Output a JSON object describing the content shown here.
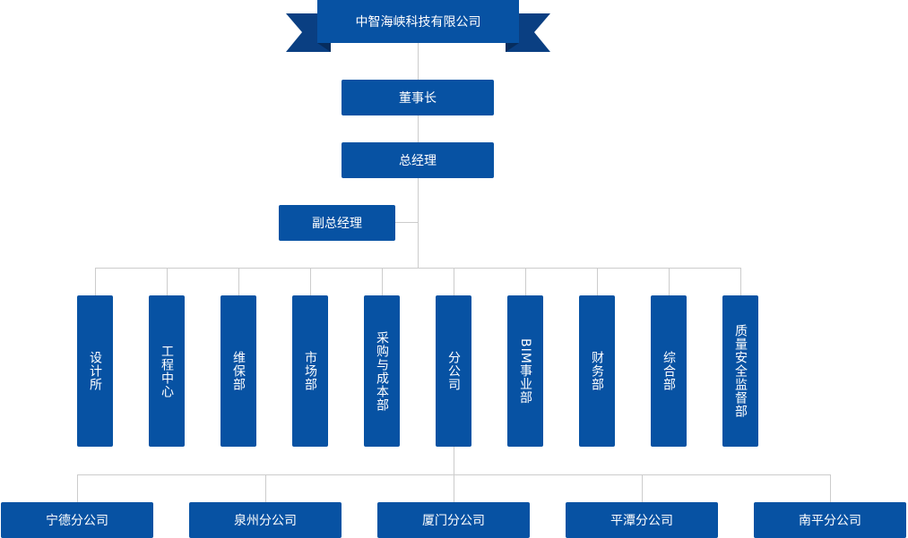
{
  "company": "中智海峡科技有限公司",
  "chairman": "董事长",
  "general_manager": "总经理",
  "deputy_manager": "副总经理",
  "departments": [
    "设计所",
    "工程中心",
    "维保部",
    "市场部",
    "采购与成本部",
    "分公司",
    "BIM事业部",
    "财务部",
    "综合部",
    "质量安全监督部"
  ],
  "branches": [
    "宁德分公司",
    "泉州分公司",
    "厦门分公司",
    "平潭分公司",
    "南平分公司"
  ],
  "colors": {
    "box": "#0752a3",
    "ribbon_dark": "#0a3f82",
    "connector": "#cccccc"
  }
}
